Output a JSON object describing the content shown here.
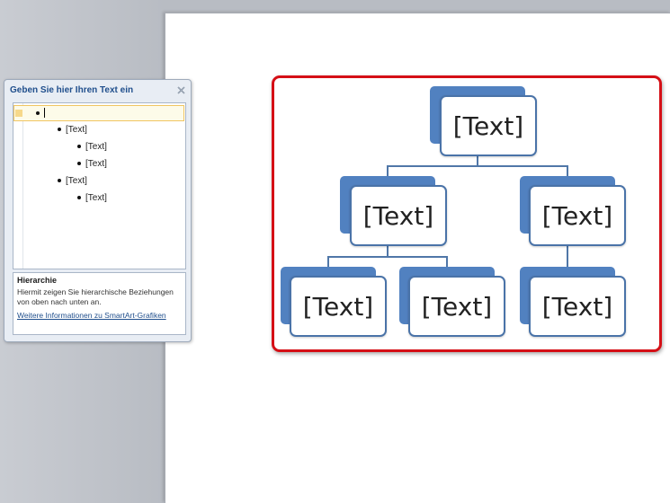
{
  "text_pane": {
    "title": "Geben Sie hier Ihren Text ein",
    "close_icon": "close-icon",
    "bullets": [
      {
        "level": 1,
        "text": ""
      },
      {
        "level": 2,
        "text": "[Text]"
      },
      {
        "level": 3,
        "text": "[Text]"
      },
      {
        "level": 3,
        "text": "[Text]"
      },
      {
        "level": 2,
        "text": "[Text]"
      },
      {
        "level": 3,
        "text": "[Text]"
      }
    ],
    "info": {
      "title": "Hierarchie",
      "description": "Hiermit zeigen Sie hierarchische Beziehungen von oben nach unten an.",
      "link": "Weitere Informationen zu SmartArt-Grafiken"
    }
  },
  "smartart": {
    "top": "[Text]",
    "level2": [
      "[Text]",
      "[Text]"
    ],
    "level3": [
      "[Text]",
      "[Text]",
      "[Text]"
    ]
  },
  "colors": {
    "selection_border": "#d50f16",
    "shape_back": "#5181c0",
    "shape_border": "#4a73a8",
    "connector": "#5077a8"
  }
}
